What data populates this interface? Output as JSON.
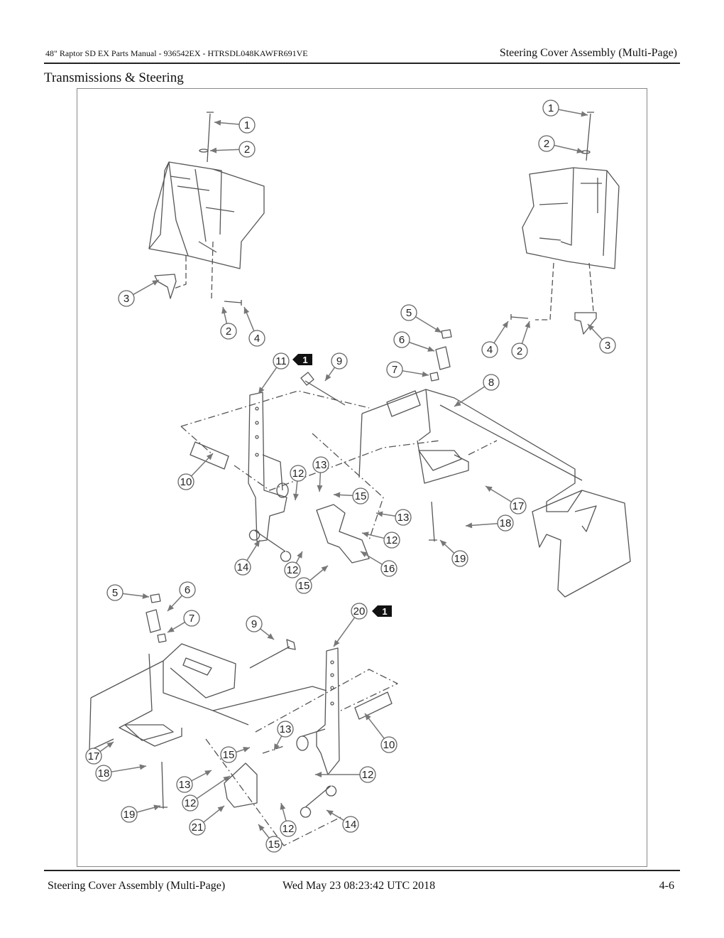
{
  "header": {
    "left": "48\" Raptor SD EX Parts Manual - 936542EX - HTRSDL048KAWFR691VE",
    "right": "Steering Cover Assembly (Multi-Page)"
  },
  "section_title": "Transmissions & Steering",
  "footer": {
    "left": "Steering Cover Assembly (Multi-Page)",
    "middle": "Wed May 23 08:23:42 UTC 2018",
    "right": "4-6"
  },
  "callouts": [
    {
      "n": "1"
    },
    {
      "n": "2"
    },
    {
      "n": "3"
    },
    {
      "n": "2"
    },
    {
      "n": "4"
    },
    {
      "n": "1"
    },
    {
      "n": "2"
    },
    {
      "n": "4"
    },
    {
      "n": "2"
    },
    {
      "n": "3"
    },
    {
      "n": "5"
    },
    {
      "n": "6"
    },
    {
      "n": "7"
    },
    {
      "n": "8"
    },
    {
      "n": "11"
    },
    {
      "n": "9"
    },
    {
      "n": "10"
    },
    {
      "n": "12"
    },
    {
      "n": "13"
    },
    {
      "n": "15"
    },
    {
      "n": "13"
    },
    {
      "n": "12"
    },
    {
      "n": "14"
    },
    {
      "n": "12"
    },
    {
      "n": "15"
    },
    {
      "n": "16"
    },
    {
      "n": "17"
    },
    {
      "n": "18"
    },
    {
      "n": "19"
    },
    {
      "n": "5"
    },
    {
      "n": "6"
    },
    {
      "n": "7"
    },
    {
      "n": "9"
    },
    {
      "n": "20"
    },
    {
      "n": "17"
    },
    {
      "n": "18"
    },
    {
      "n": "19"
    },
    {
      "n": "15"
    },
    {
      "n": "13"
    },
    {
      "n": "13"
    },
    {
      "n": "12"
    },
    {
      "n": "21"
    },
    {
      "n": "15"
    },
    {
      "n": "12"
    },
    {
      "n": "10"
    },
    {
      "n": "12"
    },
    {
      "n": "14"
    }
  ],
  "tags": [
    {
      "n": "1"
    },
    {
      "n": "1"
    }
  ]
}
